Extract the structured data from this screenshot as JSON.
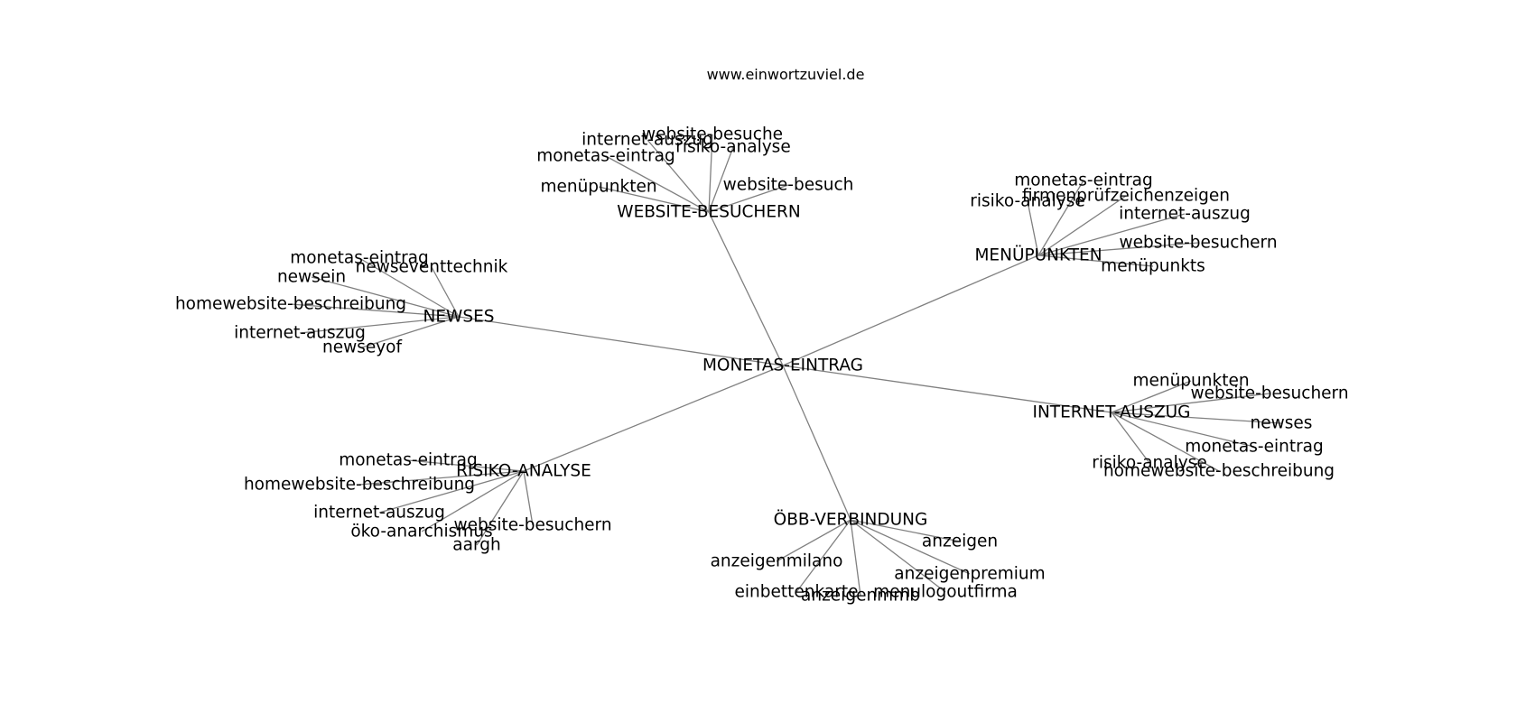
{
  "title": "www.einwortzuviel.de",
  "center": {
    "id": "center",
    "label": "MONETAS-EINTRAG"
  },
  "clusters": [
    {
      "id": "website-besuchern",
      "label": "WEBSITE-BESUCHERN",
      "children": [
        "internet-auszug",
        "website-besuche",
        "risiko-analyse",
        "monetas-eintrag",
        "website-besuch",
        "menüpunkten"
      ]
    },
    {
      "id": "menupunkten",
      "label": "MENÜPUNKTEN",
      "children": [
        "monetas-eintrag",
        "firmenprüfzeichenzeigen",
        "risiko-analyse",
        "internet-auszug",
        "website-besuchern",
        "menüpunkts"
      ]
    },
    {
      "id": "newses",
      "label": "NEWSES",
      "children": [
        "monetas-eintrag",
        "newseventtechnik",
        "newsein",
        "homewebsite-beschreibung",
        "internet-auszug",
        "newseyof"
      ]
    },
    {
      "id": "internet-auszug",
      "label": "INTERNET-AUSZUG",
      "children": [
        "menüpunkten",
        "website-besuchern",
        "newses",
        "monetas-eintrag",
        "risiko-analyse",
        "homewebsite-beschreibung"
      ]
    },
    {
      "id": "risiko-analyse",
      "label": "RISIKO-ANALYSE",
      "children": [
        "monetas-eintrag",
        "homewebsite-beschreibung",
        "internet-auszug",
        "website-besuchern",
        "öko-anarchismus",
        "aargh"
      ]
    },
    {
      "id": "obb-verbindung",
      "label": "ÖBB-VERBINDUNG",
      "children": [
        "anzeigen",
        "anzeigenmilano",
        "anzeigenpremium",
        "einbettenkarte",
        "menulogoutfirma",
        "anzeigenmmb"
      ]
    }
  ]
}
